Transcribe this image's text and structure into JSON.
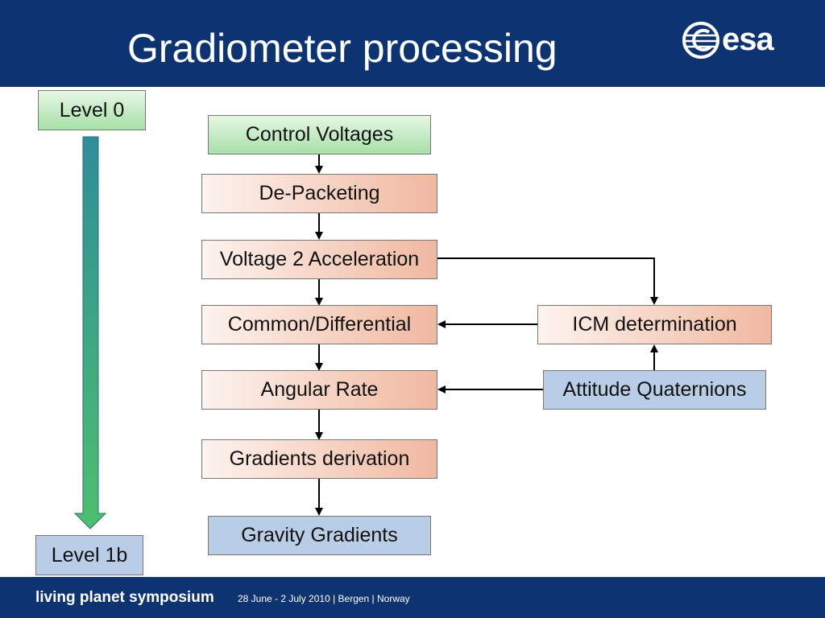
{
  "slide": {
    "title": "Gradiometer processing",
    "logo_text": "esa"
  },
  "levels": {
    "start": "Level 0",
    "end": "Level 1b"
  },
  "flow": {
    "control_voltages": "Control Voltages",
    "de_packeting": "De-Packeting",
    "voltage_2_acceleration": "Voltage 2 Acceleration",
    "common_differential": "Common/Differential",
    "angular_rate": "Angular Rate",
    "gradients_derivation": "Gradients derivation",
    "gravity_gradients": "Gravity Gradients",
    "icm_determination": "ICM determination",
    "attitude_quaternions": "Attitude Quaternions"
  },
  "footer": {
    "brand": "living planet symposium",
    "info": "28 June - 2 July 2010 | Bergen | Norway"
  },
  "colors": {
    "header_bg": "#0d3470",
    "green_box": "#a7e0a7",
    "orange_box": "#f0b8a0",
    "blue_box": "#b9cde6",
    "level_arrow": "#3aa97a"
  }
}
